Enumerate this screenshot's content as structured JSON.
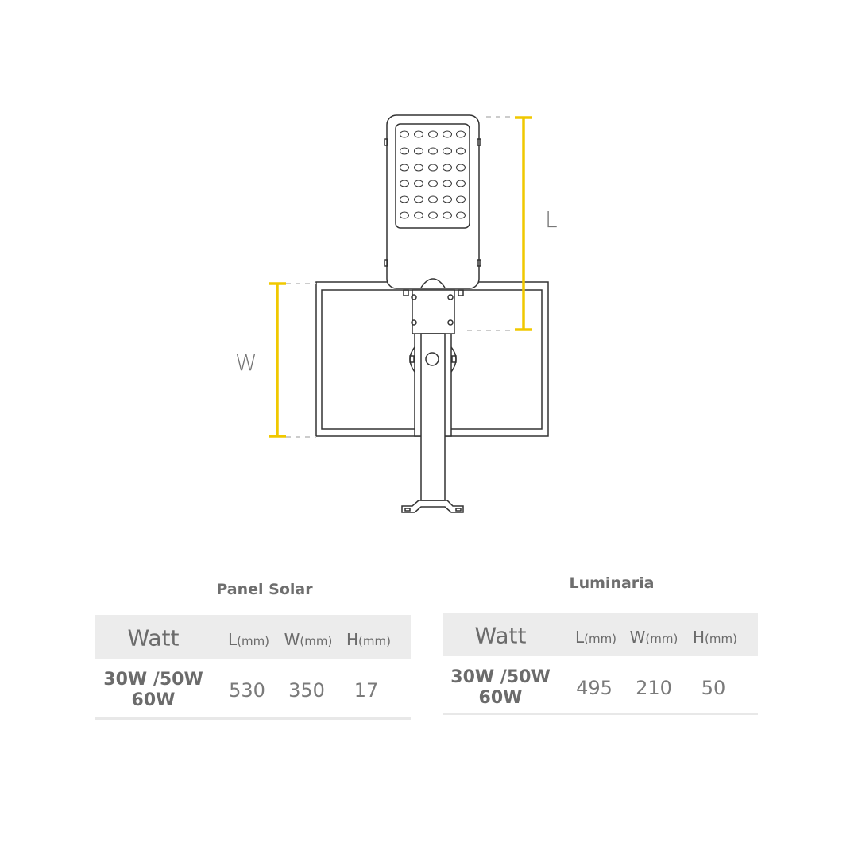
{
  "colors": {
    "dimension": "#f0c800",
    "line": "#333333",
    "header_bg": "#ececec"
  },
  "diagram": {
    "length_label": "L",
    "width_label": "W"
  },
  "tables": [
    {
      "title": "Panel Solar",
      "headers": {
        "watt": "Watt",
        "l": "L",
        "w": "W",
        "h": "H",
        "unit": "(mm)"
      },
      "row": {
        "watt_line1": "30W /50W",
        "watt_line2": "60W",
        "l": "530",
        "w": "350",
        "h": "17"
      }
    },
    {
      "title": "Luminaria",
      "headers": {
        "watt": "Watt",
        "l": "L",
        "w": "W",
        "h": "H",
        "unit": "(mm)"
      },
      "row": {
        "watt_line1": "30W /50W",
        "watt_line2": "60W",
        "l": "495",
        "w": "210",
        "h": "50"
      }
    }
  ]
}
